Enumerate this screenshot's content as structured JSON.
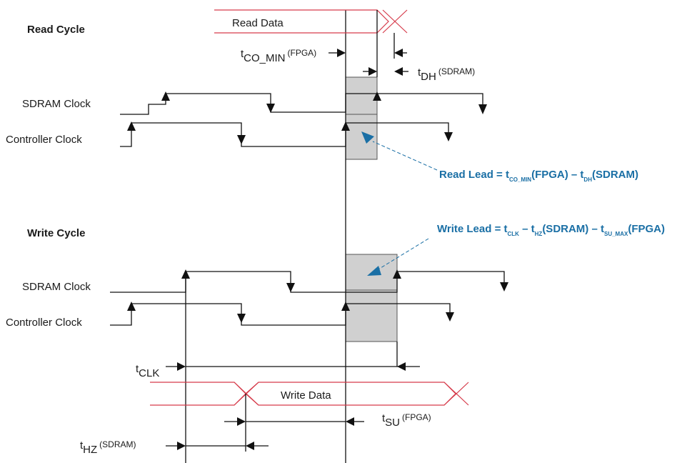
{
  "read_cycle": {
    "title": "Read Cycle",
    "read_data_label": "Read Data",
    "sdram_clock_label": "SDRAM Clock",
    "controller_clock_label": "Controller Clock",
    "tco": {
      "symbol": "t",
      "subscript": "CO_MIN",
      "suffix": "(FPGA)"
    },
    "tdh": {
      "symbol": "t",
      "subscript": "DH",
      "suffix": "(SDRAM)"
    },
    "lead_equation": {
      "color": "#1a6fa5",
      "parts": [
        {
          "text": "Read Lead = t"
        },
        {
          "text": "CO_MIN",
          "sub": true
        },
        {
          "text": "(FPGA) – t"
        },
        {
          "text": "DH",
          "sub": true
        },
        {
          "text": "(SDRAM)"
        }
      ]
    }
  },
  "write_cycle": {
    "title": "Write Cycle",
    "write_data_label": "Write Data",
    "sdram_clock_label": "SDRAM Clock",
    "controller_clock_label": "Controller Clock",
    "tclk": {
      "symbol": "t",
      "subscript": "CLK"
    },
    "tsu": {
      "symbol": "t",
      "subscript": "SU",
      "suffix": "(FPGA)"
    },
    "thz": {
      "symbol": "t",
      "subscript": "HZ",
      "suffix": "(SDRAM)"
    },
    "lead_equation": {
      "color": "#1a6fa5",
      "parts": [
        {
          "text": "Write Lead = t"
        },
        {
          "text": "CLK",
          "sub": true
        },
        {
          "text": " – t"
        },
        {
          "text": "HZ",
          "sub": true
        },
        {
          "text": "(SDRAM) – t"
        },
        {
          "text": "SU_MAX",
          "sub": true
        },
        {
          "text": "(FPGA)"
        }
      ]
    }
  },
  "colors": {
    "data_bus": "#d63a4a",
    "lead_annotation": "#1a6fa5",
    "shaded_window": "#d0d0d0"
  }
}
